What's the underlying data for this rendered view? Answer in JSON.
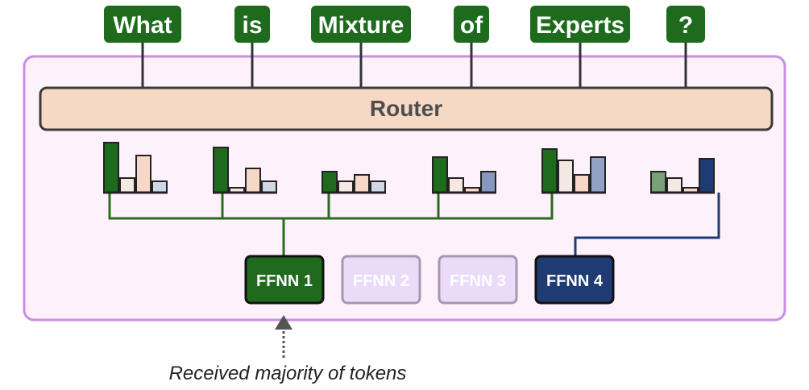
{
  "tokens": [
    "What",
    "is",
    "Mixture",
    "of",
    "Experts",
    "?"
  ],
  "router": {
    "label": "Router"
  },
  "experts": [
    {
      "label": "FFNN 1",
      "state": "selected-majority"
    },
    {
      "label": "FFNN 2",
      "state": "inactive"
    },
    {
      "label": "FFNN 3",
      "state": "inactive"
    },
    {
      "label": "FFNN 4",
      "state": "selected"
    }
  ],
  "routing": {
    "note": "Per-token expert probability distributions; bars ordered FFNN 1..4",
    "distributions": [
      {
        "token": "What",
        "probs": [
          0.62,
          0.18,
          0.46,
          0.14
        ],
        "routed_to": "FFNN 1"
      },
      {
        "token": "is",
        "probs": [
          0.56,
          0.06,
          0.3,
          0.14
        ],
        "routed_to": "FFNN 1"
      },
      {
        "token": "Mixture",
        "probs": [
          0.26,
          0.14,
          0.22,
          0.14
        ],
        "routed_to": "FFNN 1"
      },
      {
        "token": "of",
        "probs": [
          0.44,
          0.18,
          0.06,
          0.26
        ],
        "routed_to": "FFNN 1"
      },
      {
        "token": "Experts",
        "probs": [
          0.54,
          0.4,
          0.22,
          0.44
        ],
        "routed_to": "FFNN 1"
      },
      {
        "token": "?",
        "probs": [
          0.26,
          0.18,
          0.06,
          0.42
        ],
        "routed_to": "FFNN 4"
      }
    ]
  },
  "annotation": {
    "text": "Received majority of tokens",
    "points_to": "FFNN 1"
  },
  "colors": {
    "token_bg": "#1e6b1e",
    "router_fill": "#f5d9c5",
    "panel_fill": "#fdf2fc",
    "panel_border": "#c98ee6",
    "expert1": "#1e6b1e",
    "expert2": "#f5e7e2",
    "expert3": "#f7d8c8",
    "expert4": "#1f3b73",
    "inactive_fill": "#eadcf9",
    "inactive_border": "#aa96ad",
    "line_green": "#2a6b1e",
    "line_blue": "#1f3b73"
  }
}
